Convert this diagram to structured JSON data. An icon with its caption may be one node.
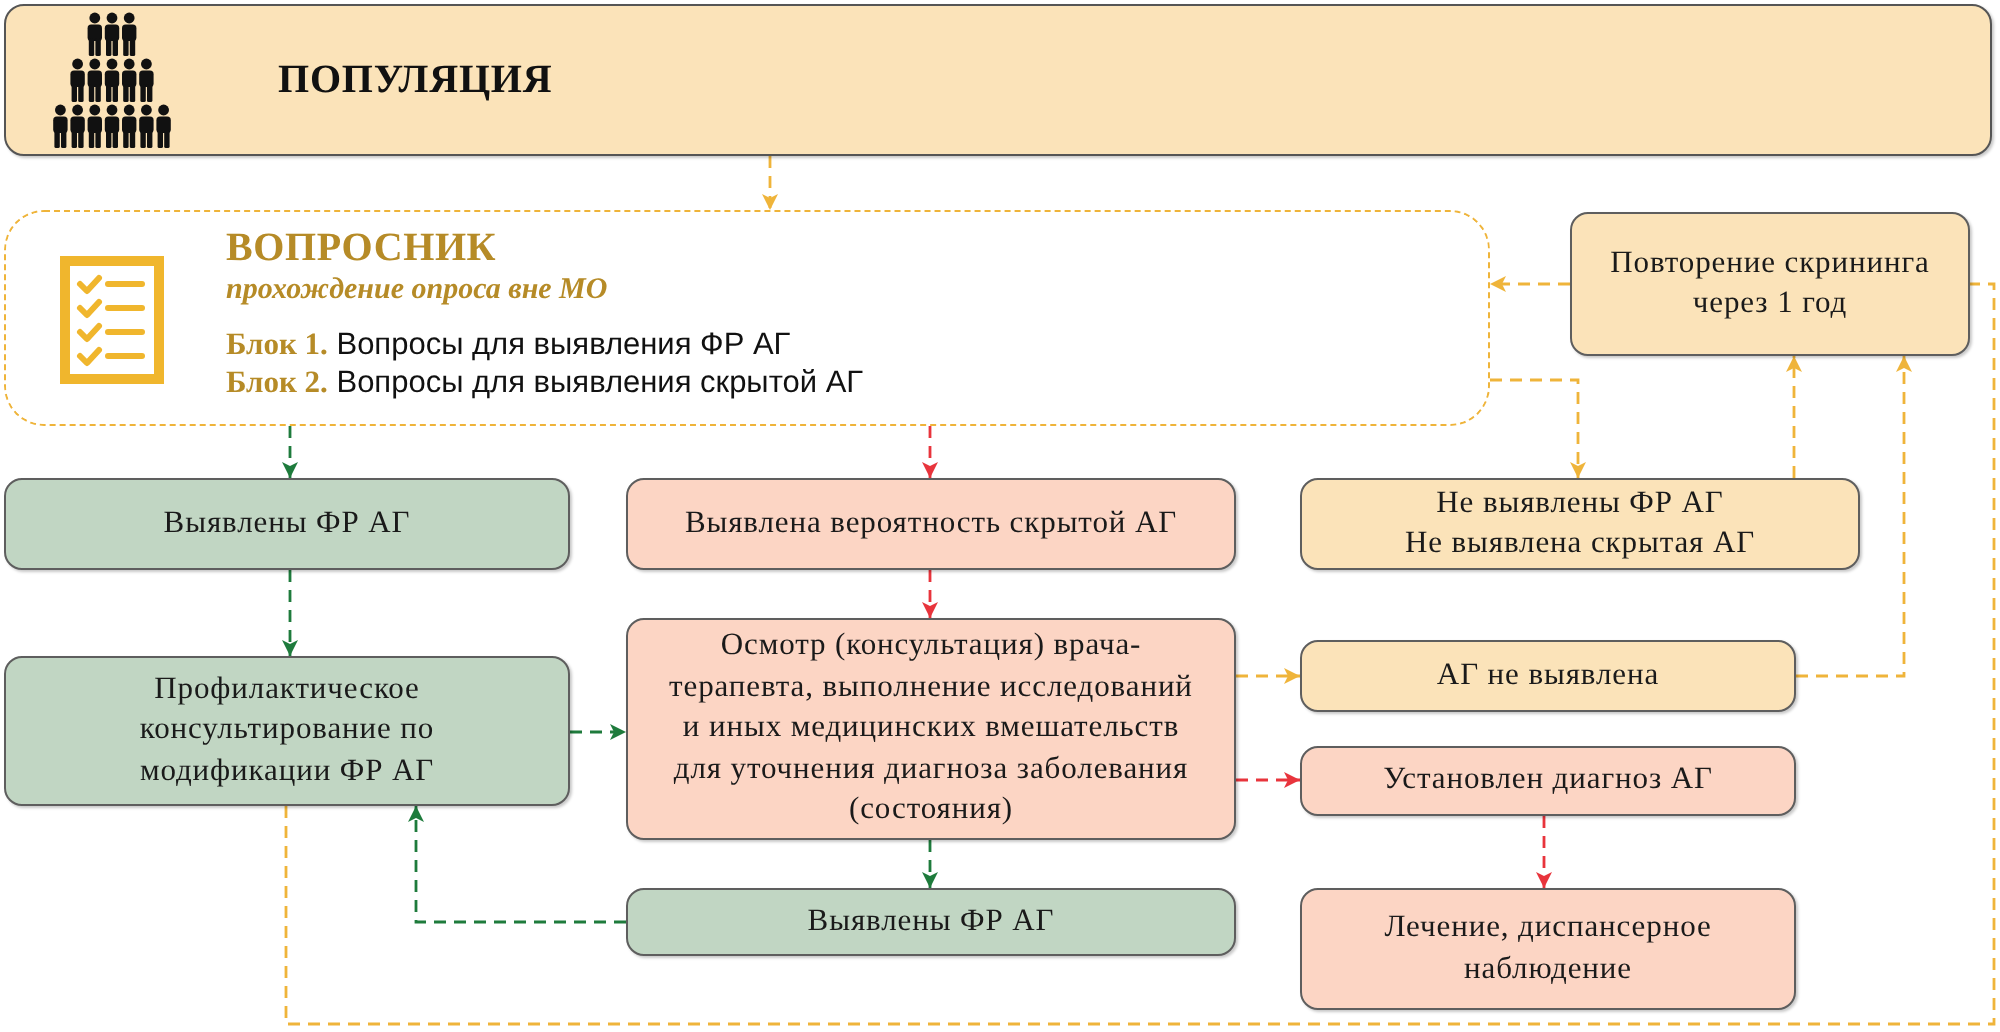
{
  "diagram": {
    "nodes": [
      {
        "text": [
          "ПОПУЛЯЦИЯ"
        ]
      },
      {
        "text": [
          "ВОПРОСНИК",
          "прохождение опроса вне МО",
          "**Блок 1.** Вопросы для выявления ФР АГ",
          "**Блок 2.** Вопросы для выявления скрытой АГ"
        ]
      },
      {
        "text": [
          "Повторение скрининга через 1 год"
        ]
      },
      {
        "text": [
          "Выявлены ФР АГ"
        ]
      },
      {
        "text": [
          "Выявлена вероятность скрытой АГ"
        ]
      },
      {
        "text": [
          "Не выявлены ФР АГ",
          "Не выявлена скрытая АГ"
        ]
      },
      {
        "text": [
          "Профилактическое консультирование по модификации ФР АГ"
        ]
      },
      {
        "text": [
          "Осмотр (консультация) врача-терапевта, выполнение исследований и иных медицинских вмешательств для уточнения диагноза заболевания (состояния)"
        ]
      },
      {
        "text": [
          "АГ не выявлена"
        ]
      },
      {
        "text": [
          "Установлен диагноз АГ"
        ]
      },
      {
        "text": [
          "Выявлены ФР АГ"
        ]
      },
      {
        "text": [
          "Лечение, диспансерное наблюдение"
        ]
      }
    ],
    "edges": [
      {
        "from": 0,
        "to": 1,
        "arrow": "to",
        "style": "dashed"
      },
      {
        "from": 1,
        "to": 3,
        "arrow": "to",
        "style": "dashed",
        "color": "#1e7b3c"
      },
      {
        "from": 1,
        "to": 4,
        "arrow": "to",
        "style": "dashed",
        "color": "#e8343c"
      },
      {
        "from": 1,
        "to": 5,
        "arrow": "to",
        "style": "dashed"
      },
      {
        "from": 2,
        "to": 1,
        "arrow": "to",
        "style": "dashed"
      },
      {
        "from": 5,
        "to": 2,
        "arrow": "to",
        "style": "dashed"
      },
      {
        "from": 8,
        "to": 2,
        "arrow": "to",
        "style": "dashed"
      },
      {
        "from": 3,
        "to": 6,
        "arrow": "to",
        "style": "dashed",
        "color": "#1e7b3c"
      },
      {
        "from": 6,
        "to": 7,
        "arrow": "to",
        "style": "dashed",
        "color": "#1e7b3c"
      },
      {
        "from": 4,
        "to": 7,
        "arrow": "to",
        "style": "dashed",
        "color": "#e8343c"
      },
      {
        "from": 7,
        "to": 8,
        "arrow": "to",
        "style": "dashed"
      },
      {
        "from": 7,
        "to": 9,
        "arrow": "to",
        "style": "dashed",
        "color": "#e8343c"
      },
      {
        "from": 7,
        "to": 10,
        "arrow": "to",
        "style": "dashed",
        "color": "#1e7b3c"
      },
      {
        "from": 10,
        "to": 6,
        "arrow": "to",
        "style": "dashed",
        "color": "#1e7b3c"
      },
      {
        "from": 9,
        "to": 11,
        "arrow": "to",
        "style": "dashed",
        "color": "#e8343c"
      },
      {
        "from": 6,
        "to": 2,
        "arrow": "none",
        "style": "dashed"
      }
    ]
  }
}
